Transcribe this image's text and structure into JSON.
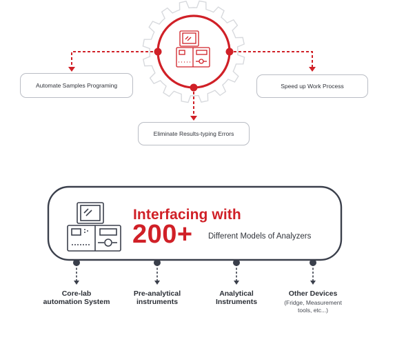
{
  "top_diagram": {
    "left_box": "Automate Samples Programing",
    "right_box": "Speed up Work Process",
    "bottom_box": "Eliminate Results-typing Errors",
    "icon": "analyzer-machine-icon"
  },
  "banner": {
    "line1": "Interfacing with",
    "line2": "200+",
    "line3": "Different Models of Analyzers",
    "icon": "analyzer-machine-icon"
  },
  "categories": [
    {
      "line1": "Core-lab",
      "line2": "automation System"
    },
    {
      "line1": "Pre-analytical",
      "line2": "instruments"
    },
    {
      "line1": "Analytical",
      "line2": "Instruments"
    },
    {
      "line1": "Other Devices",
      "sub1": "(Fridge, Measurement",
      "sub2": "tools, etc...)"
    }
  ],
  "colors": {
    "accent": "#d02027",
    "dark": "#3a3f4b",
    "gear": "#d7d9dd",
    "border": "#b9bcc4"
  }
}
